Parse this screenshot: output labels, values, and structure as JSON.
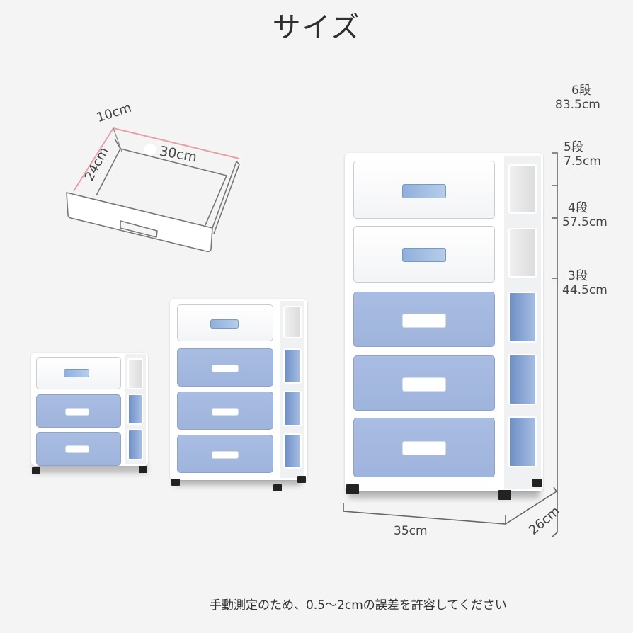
{
  "title": "サイズ",
  "drawer_sketch": {
    "height_label": "10cm",
    "depth_label": "24cm",
    "width_label": "30cm",
    "highlight_color": "#e8a0a8"
  },
  "tier_labels": [
    {
      "tier": "6段",
      "height": "83.5cm"
    },
    {
      "tier": "5段",
      "height": "7.5cm"
    },
    {
      "tier": "4段",
      "height": "57.5cm"
    },
    {
      "tier": "3段",
      "height": "44.5cm"
    }
  ],
  "dimensions": {
    "width": "35cm",
    "depth": "26cm"
  },
  "products": [
    {
      "name": "3-tier chest",
      "drawers": [
        "white",
        "blue",
        "blue"
      ]
    },
    {
      "name": "4-tier chest",
      "drawers": [
        "white",
        "blue",
        "blue",
        "blue"
      ]
    },
    {
      "name": "5-tier chest",
      "drawers": [
        "white",
        "white",
        "blue",
        "blue",
        "blue"
      ]
    }
  ],
  "colors": {
    "background": "#f4f4f4",
    "drawer_blue": "#a6bae0",
    "frame_white": "#ffffff",
    "legs": "#222222"
  },
  "footer_note": "手動測定のため、0.5〜2cmの誤差を許容してください"
}
